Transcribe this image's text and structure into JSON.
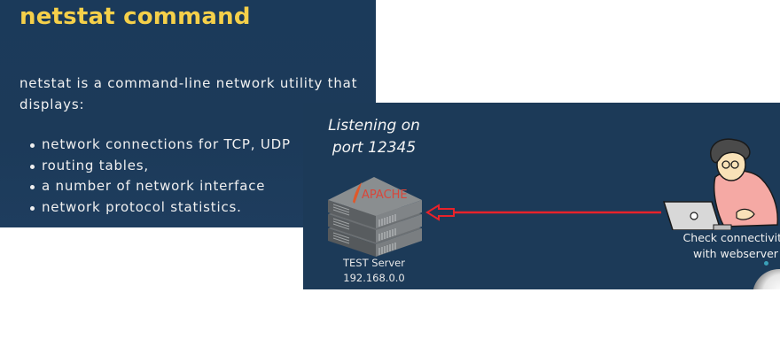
{
  "left_slide": {
    "title": "netstat command",
    "intro": "netstat is a command-line network utility that displays:",
    "bullets": [
      "network connections for TCP, UDP",
      "routing tables,",
      "a number of network interface",
      "network protocol statistics."
    ],
    "colors": {
      "background": "#1c3a59",
      "title": "#f5d04a",
      "text": "#f0f0f0"
    }
  },
  "right_slide": {
    "listen_label_line1": "Listening on",
    "listen_label_line2": "port 12345",
    "server": {
      "icon": "server-stack-icon",
      "brand": "APACHE",
      "name": "TEST Server",
      "ip": "192.168.0.0"
    },
    "arrow": {
      "icon": "arrow-left-icon",
      "color": "#e8222a"
    },
    "client": {
      "icon": "person-laptop-icon",
      "label_line1": "Check connectivity",
      "label_line2": "with webserver"
    },
    "colors": {
      "background": "#1c3a58"
    }
  }
}
